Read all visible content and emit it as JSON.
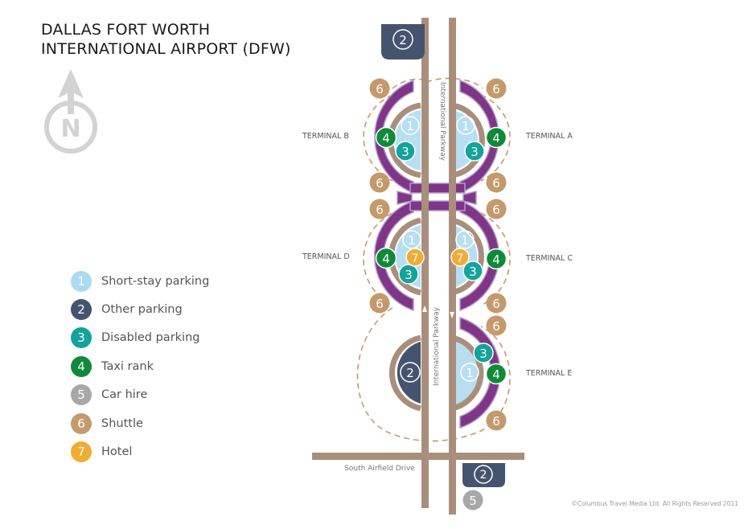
{
  "title": {
    "line1": "DALLAS FORT WORTH",
    "line2": "INTERNATIONAL AIRPORT (DFW)"
  },
  "compass": {
    "letter": "N"
  },
  "terminals": {
    "a": "TERMINAL A",
    "b": "TERMINAL B",
    "c": "TERMINAL C",
    "d": "TERMINAL D",
    "e": "TERMINAL E"
  },
  "roads": {
    "parkway_top": "International Parkway",
    "parkway_bottom": "International Parkway",
    "south": "South Airfield Drive"
  },
  "legend": [
    {
      "num": "1",
      "label": "Short-stay parking",
      "color": "#a9dcf0"
    },
    {
      "num": "2",
      "label": "Other parking",
      "color": "#45546e"
    },
    {
      "num": "3",
      "label": "Disabled parking",
      "color": "#12a39b"
    },
    {
      "num": "4",
      "label": "Taxi rank",
      "color": "#0f8a38"
    },
    {
      "num": "5",
      "label": "Car hire",
      "color": "#a8a8a8"
    },
    {
      "num": "6",
      "label": "Shuttle",
      "color": "#c49a6c"
    },
    {
      "num": "7",
      "label": "Hotel",
      "color": "#f2ac36"
    }
  ],
  "markers": {
    "one": "1",
    "two": "2",
    "three": "3",
    "four": "4",
    "five": "5",
    "six": "6",
    "seven": "7"
  },
  "colors": {
    "road": "#a98f7b",
    "terminal": "#7f3687",
    "terminal_edge": "#b49ad0",
    "lot": "#b8def2",
    "shuttle_route": "#c49a6c"
  },
  "copyright": "©Columbus Travel Media Ltd. All Rights Reserved 2011"
}
